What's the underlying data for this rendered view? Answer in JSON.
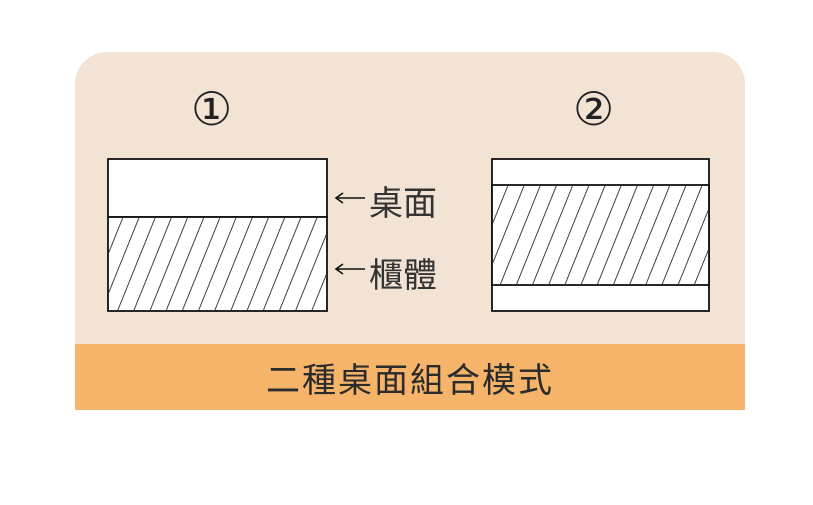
{
  "option_1": {
    "number": "①",
    "labels": {
      "top": "桌面",
      "body": "櫃體"
    }
  },
  "option_2": {
    "number": "②"
  },
  "banner": {
    "title": "二種桌面組合模式"
  },
  "colors": {
    "card": "#f2e3d5",
    "banner": "#f5b46a"
  }
}
